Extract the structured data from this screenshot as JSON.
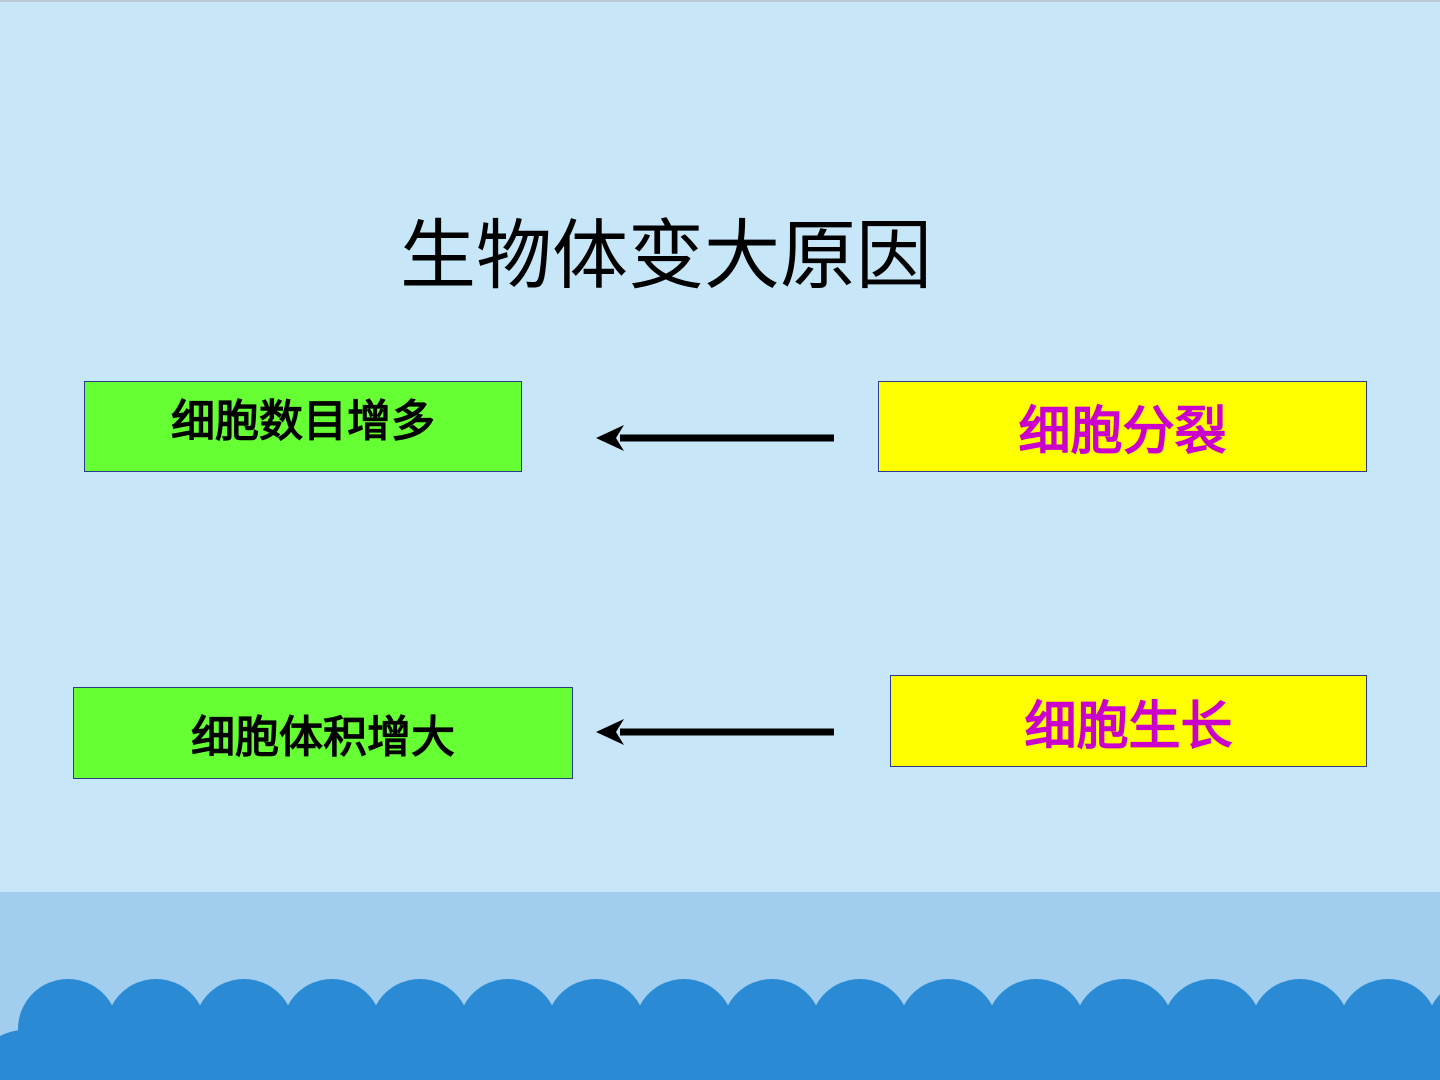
{
  "slide": {
    "title": "生物体变大原因",
    "rows": [
      {
        "result": "细胞数目增多",
        "cause": "细胞分裂"
      },
      {
        "result": "细胞体积增大",
        "cause": "细胞生长"
      }
    ]
  },
  "colors": {
    "background": "#c7e7f8",
    "band": "#a1cdef",
    "scallop": "#2a8ad4",
    "result_box": "#66ff33",
    "cause_box": "#ffff00",
    "cause_text": "#cc00cc",
    "box_border": "#2b3a8f"
  },
  "icons": {
    "arrow": "arrow-left-icon",
    "decoration": "scallop-wave-decoration"
  }
}
